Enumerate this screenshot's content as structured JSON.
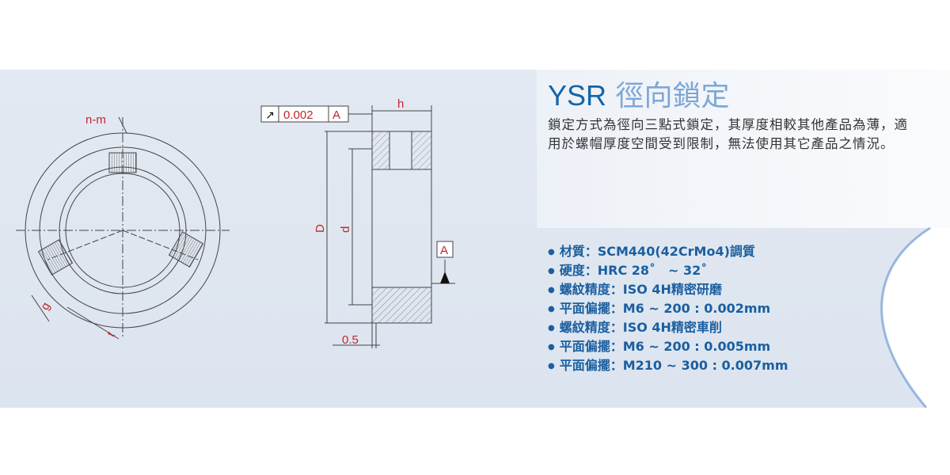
{
  "title": {
    "model": "YSR",
    "name": "徑向鎖定"
  },
  "description": "鎖定方式為徑向三點式鎖定，其厚度相較其他產品為薄，適用於螺帽厚度空間受到限制，無法使用其它產品之情況。",
  "specs": [
    "材質：SCM440(42CrMo4)調質",
    "硬度：HRC 28˚　~ 32˚",
    "螺紋精度：ISO 4H精密研磨",
    "平面偏擺：M6 ~ 200 : 0.002mm",
    "螺紋精度：ISO 4H精密車削",
    "平面偏擺：M6 ~ 200 : 0.005mm",
    "平面偏擺：M210 ~ 300 : 0.007mm"
  ],
  "drawing": {
    "nm": "n-m",
    "tolerance": "0.002",
    "datum": "A",
    "h": "h",
    "D": "D",
    "d": "d",
    "datum_mark": "A",
    "chamfer": "0.5",
    "g": "g",
    "t": "t"
  },
  "colors": {
    "accent": "#1565a8",
    "label": "#c0262d"
  }
}
